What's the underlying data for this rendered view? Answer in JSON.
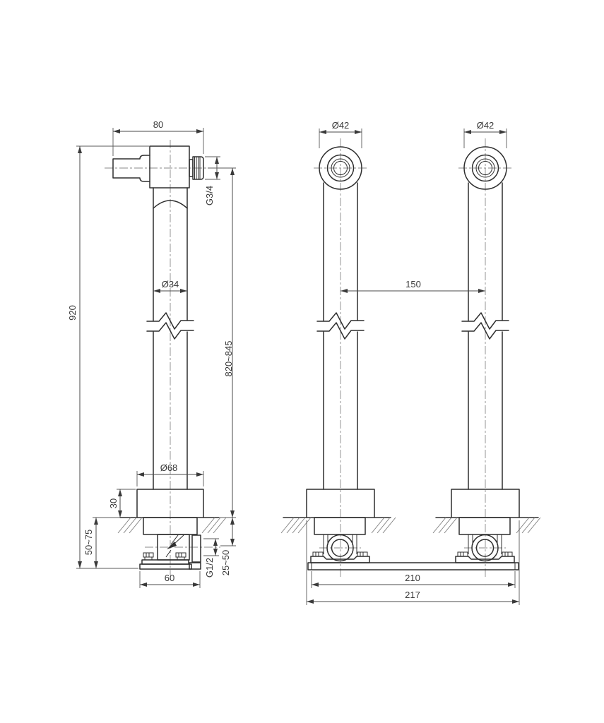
{
  "drawing": {
    "kind": "installation dimension drawing, concealed shower column bodies, two views"
  },
  "side_view": {
    "head_width": "80",
    "top_outlet_thread": "G3/4",
    "pipe_diameter": "Ø34",
    "total_height": "920",
    "outlet_to_wall_height": "820~845",
    "escutcheon_diameter": "Ø68",
    "escutcheon_height": "30",
    "in_wall_depth": "50~75",
    "base_width": "60",
    "inlet_thread": "G1/2",
    "inlet_depth": "25~50"
  },
  "front_view": {
    "left_elbow_diameter": "Ø42",
    "right_elbow_diameter": "Ø42",
    "pipe_center_distance": "150",
    "mounting_bar_length": "210",
    "overall_base_width": "217"
  }
}
